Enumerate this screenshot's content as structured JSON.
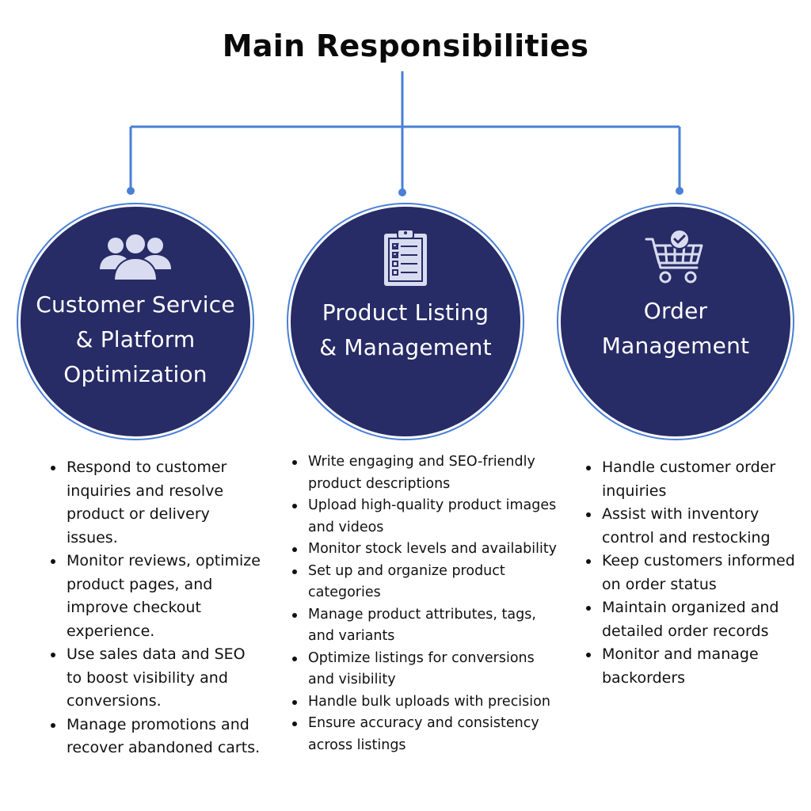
{
  "title": "Main Responsibilities",
  "colors": {
    "circle_fill": "#272b66",
    "accent_blue": "#4a7fd6",
    "text_dark": "#111111",
    "icon_light": "#d9dcf0"
  },
  "columns": [
    {
      "icon": "people-group-icon",
      "heading_lines": [
        "Customer Service",
        "& Platform",
        "Optimization"
      ],
      "items": [
        "Respond to customer inquiries and resolve product or delivery issues.",
        "Monitor reviews, optimize product pages, and improve checkout experience.",
        "Use sales data and SEO to boost visibility and conversions.",
        "Manage promotions and recover abandoned carts."
      ]
    },
    {
      "icon": "clipboard-checklist-icon",
      "heading_lines": [
        "Product Listing",
        "& Management"
      ],
      "items": [
        "Write engaging and SEO-friendly product descriptions",
        "Upload high-quality product images and videos",
        "Monitor stock levels and availability",
        "Set up and organize product categories",
        "Manage product attributes, tags, and variants",
        "Optimize listings for conversions and visibility",
        "Handle bulk uploads with precision",
        "Ensure accuracy and consistency across listings"
      ]
    },
    {
      "icon": "shopping-cart-check-icon",
      "heading_lines": [
        "Order",
        "Management"
      ],
      "items": [
        "Handle customer order inquiries",
        "Assist with inventory control and restocking",
        "Keep customers informed on order status",
        "Maintain organized and detailed order records",
        "Monitor and manage backorders"
      ]
    }
  ]
}
